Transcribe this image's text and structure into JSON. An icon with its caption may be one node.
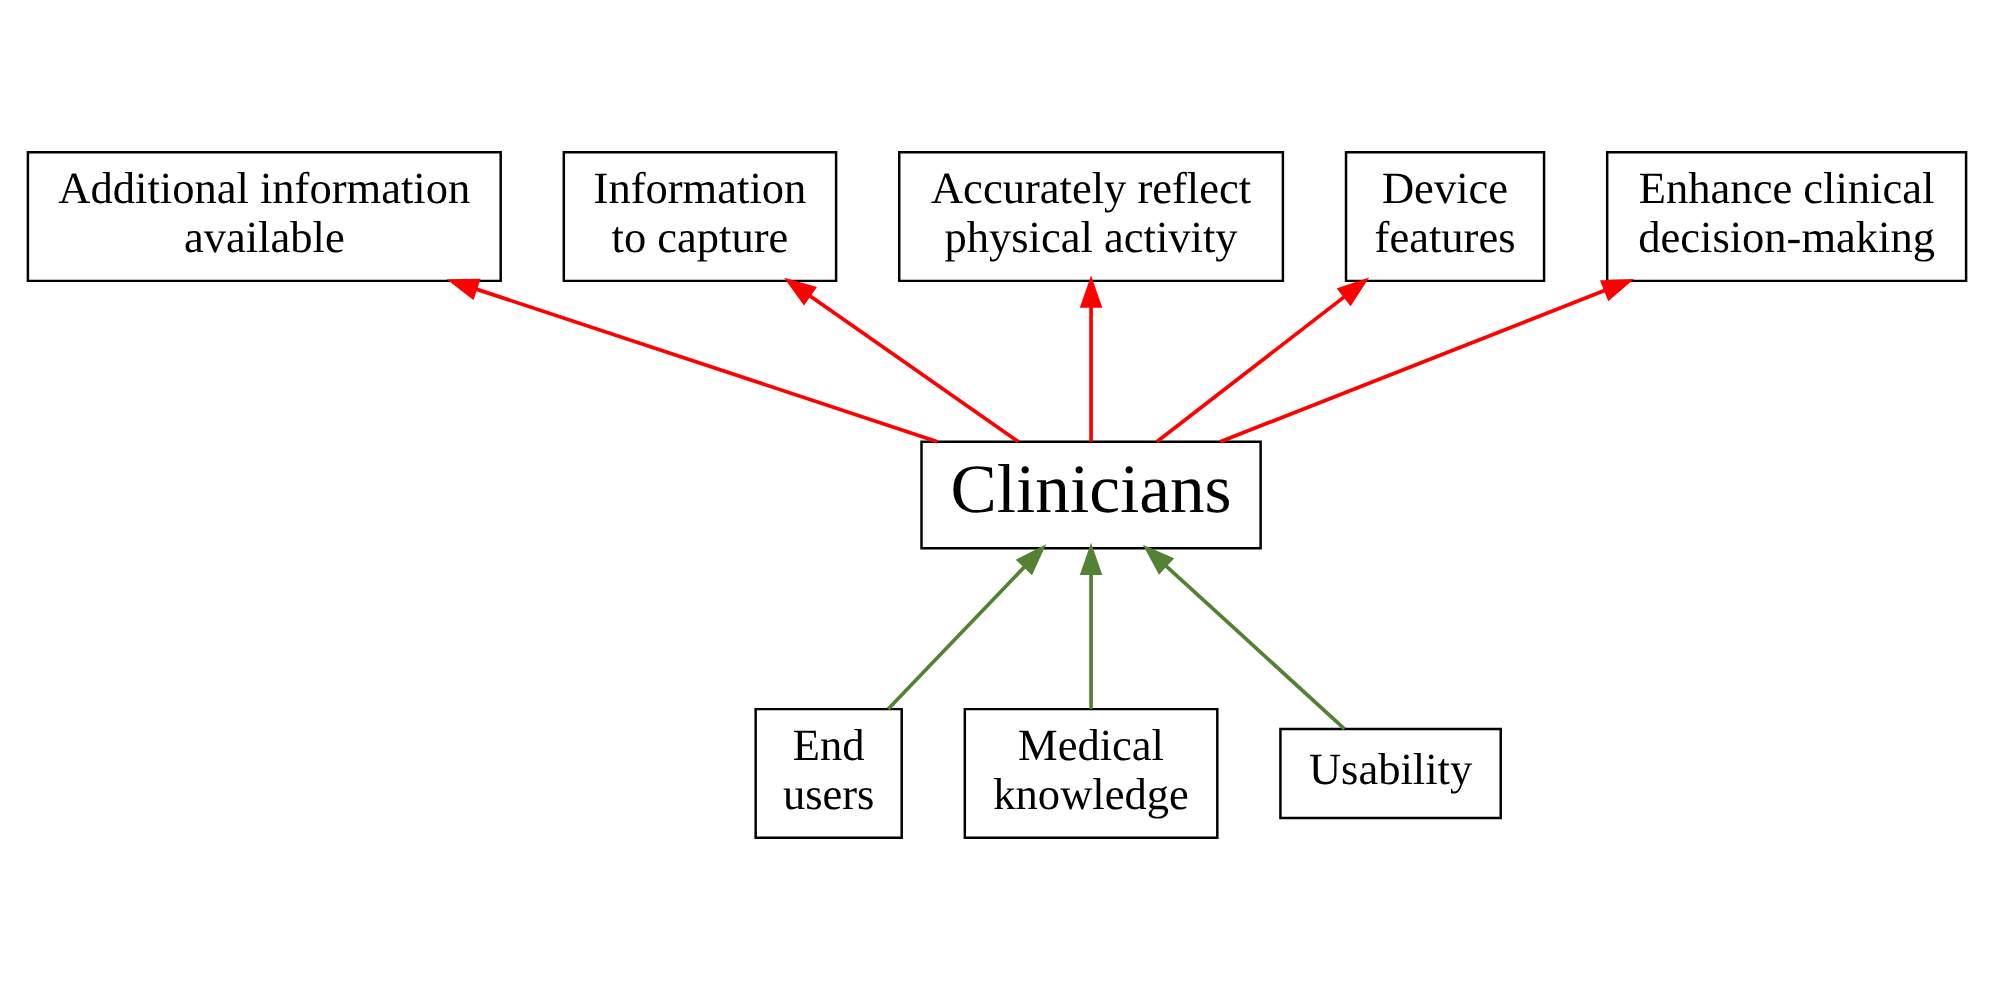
{
  "diagram": {
    "nodes": [
      {
        "text": [
          "Clinicians"
        ]
      },
      {
        "text": [
          "Additional information available"
        ]
      },
      {
        "text": [
          "Information to capture"
        ]
      },
      {
        "text": [
          "Accurately reflect physical activity"
        ]
      },
      {
        "text": [
          "Device features"
        ]
      },
      {
        "text": [
          "Enhance clinical decision-making"
        ]
      },
      {
        "text": [
          "End users"
        ]
      },
      {
        "text": [
          "Medical knowledge"
        ]
      },
      {
        "text": [
          "Usability"
        ]
      }
    ],
    "edges": [
      {
        "from": 0,
        "to": 4,
        "arrow": "to"
      },
      {
        "from": 0,
        "to": 1,
        "arrow": "to"
      },
      {
        "from": 0,
        "to": 2,
        "arrow": "to"
      },
      {
        "from": 0,
        "to": 3,
        "arrow": "to"
      },
      {
        "from": 0,
        "to": 5,
        "arrow": "to"
      },
      {
        "from": 6,
        "to": 0,
        "arrow": "to",
        "color": "#548235"
      },
      {
        "from": 7,
        "to": 0,
        "arrow": "to",
        "color": "#548235"
      },
      {
        "from": 8,
        "to": 0,
        "arrow": "to",
        "color": "#548235"
      }
    ]
  }
}
